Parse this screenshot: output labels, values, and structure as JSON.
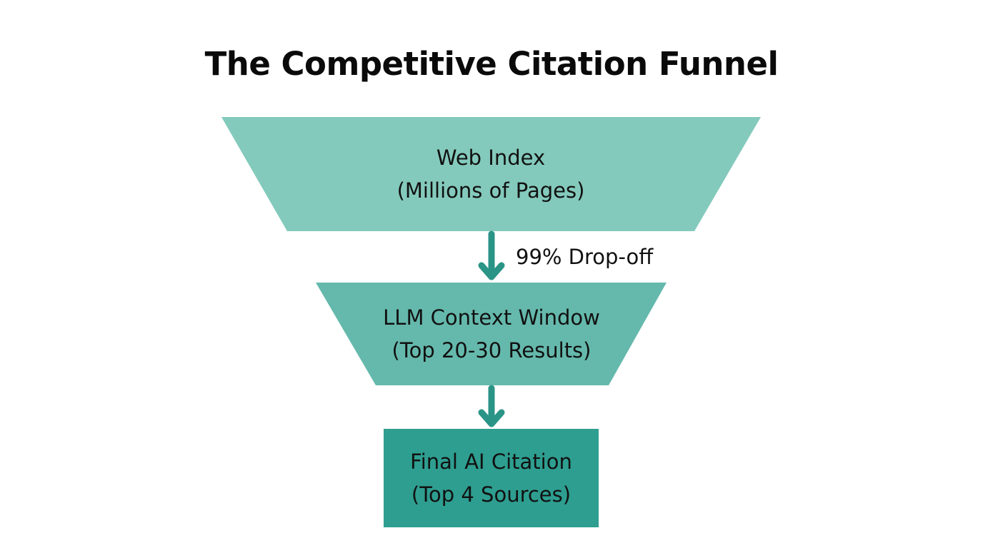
{
  "title": "The Competitive Citation Funnel",
  "colors": {
    "stage1_fill": "#84CABC",
    "stage2_fill": "#65B9AC",
    "stage3_fill": "#2E9E90",
    "arrow": "#2A9487",
    "text": "#111111"
  },
  "funnel": {
    "stages": [
      {
        "line1": "Web Index",
        "line2": "(Millions of Pages)",
        "shape": "trapezoid"
      },
      {
        "line1": "LLM Context Window",
        "line2": "(Top 20-30 Results)",
        "shape": "trapezoid"
      },
      {
        "line1": "Final AI Citation",
        "line2": "(Top 4 Sources)",
        "shape": "rectangle"
      }
    ],
    "transitions": [
      {
        "label": "99% Drop-off"
      },
      {
        "label": ""
      }
    ]
  }
}
